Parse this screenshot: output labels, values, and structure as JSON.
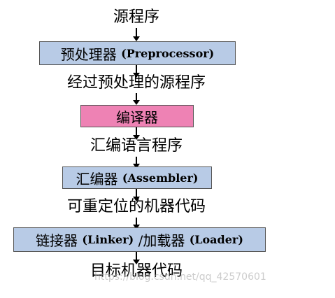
{
  "steps": [
    {
      "text": "源程序"
    },
    {
      "text": "预处理器",
      "en": "(Preprocessor)"
    },
    {
      "text": "经过预处理的源程序"
    },
    {
      "text": "编译器"
    },
    {
      "text": "汇编语言程序"
    },
    {
      "text": "汇编器",
      "en": "(Assembler)"
    },
    {
      "text": "可重定位的机器代码"
    },
    {
      "text": "链接器",
      "en": "(Linker)",
      "sep": "/加载器",
      "en2": "(Loader)"
    },
    {
      "text": "目标机器代码"
    }
  ],
  "watermark": "https://blog.csdn.net/qq_42570601",
  "colors": {
    "blue_box": "#b8cbe6",
    "pink_box": "#ee82b4"
  }
}
